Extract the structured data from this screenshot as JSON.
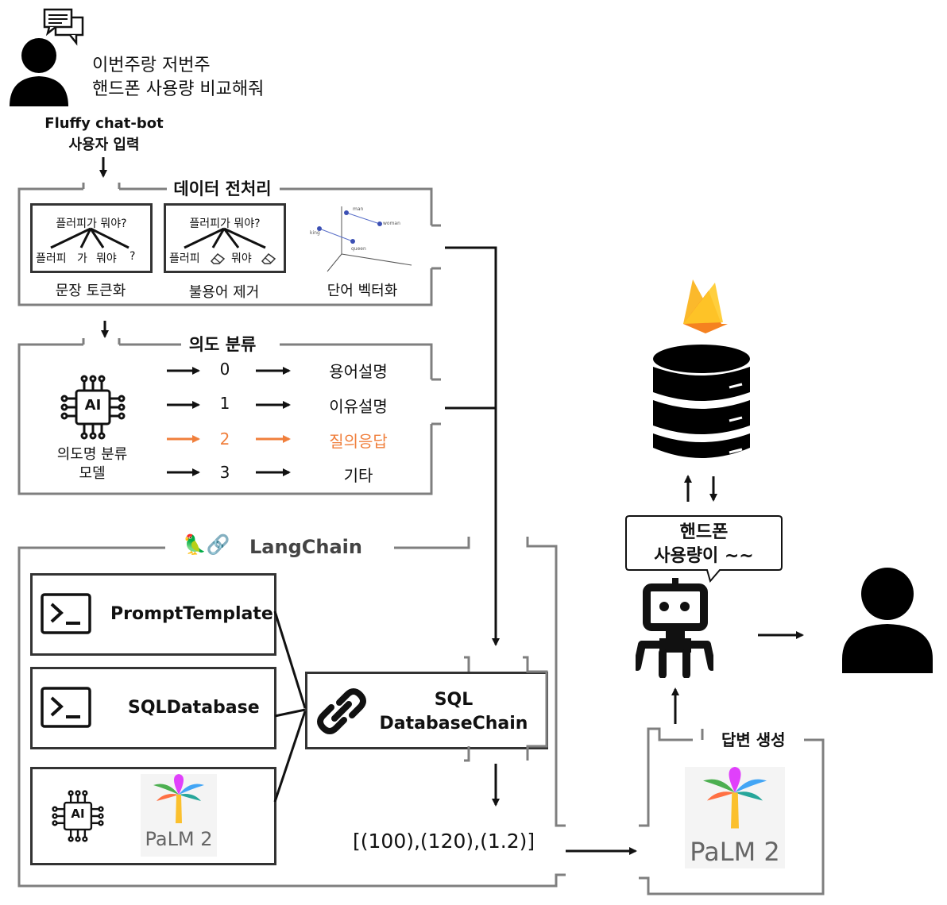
{
  "user_query": {
    "line1": "이번주랑 저번주",
    "line2": "핸드폰 사용량 비교해줘"
  },
  "input_caption": {
    "line1": "Fluffy chat-bot",
    "line2": "사용자 입력"
  },
  "preprocessing": {
    "title": "데이터 전처리",
    "tokenize": {
      "sentence": "플러피가 뭐야?",
      "tokens": [
        "플러피",
        "가",
        "뭐야",
        "?"
      ],
      "caption": "문장 토큰화"
    },
    "stopword": {
      "sentence": "플러피가 뭐야?",
      "tokens": [
        "플러피",
        "뭐야"
      ],
      "caption": "불용어 제거"
    },
    "vectorize": {
      "caption": "단어 벡터화",
      "words": [
        "man",
        "woman",
        "king",
        "queen"
      ]
    }
  },
  "intent": {
    "title": "의도 분류",
    "model_label_line1": "의도명 분류",
    "model_label_line2": "모델",
    "chip_text": "AI",
    "classes": [
      {
        "id": "0",
        "label": "용어설명",
        "highlight": false
      },
      {
        "id": "1",
        "label": "이유설명",
        "highlight": false
      },
      {
        "id": "2",
        "label": "질의응답",
        "highlight": true
      },
      {
        "id": "3",
        "label": "기타",
        "highlight": false
      }
    ],
    "highlight_color": "#f07f3c"
  },
  "langchain": {
    "title": "LangChain",
    "title_emoji": "🦜🔗",
    "prompt_template": "PromptTemplate",
    "sql_database": "SQLDatabase",
    "palm_label": "PaLM 2",
    "chain_line1": "SQL",
    "chain_line2": "DatabaseChain"
  },
  "query_result": "[(100),(120),(1.2)]",
  "answer": {
    "title": "답변 생성",
    "palm_label": "PaLM 2"
  },
  "bot_speech": {
    "line1": "핸드폰",
    "line2": "사용량이 ~~"
  },
  "colors": {
    "frame": "#7f7f7f",
    "box": "#333333",
    "firebase_yellow": "#fbb92c",
    "firebase_orange": "#f58220"
  }
}
